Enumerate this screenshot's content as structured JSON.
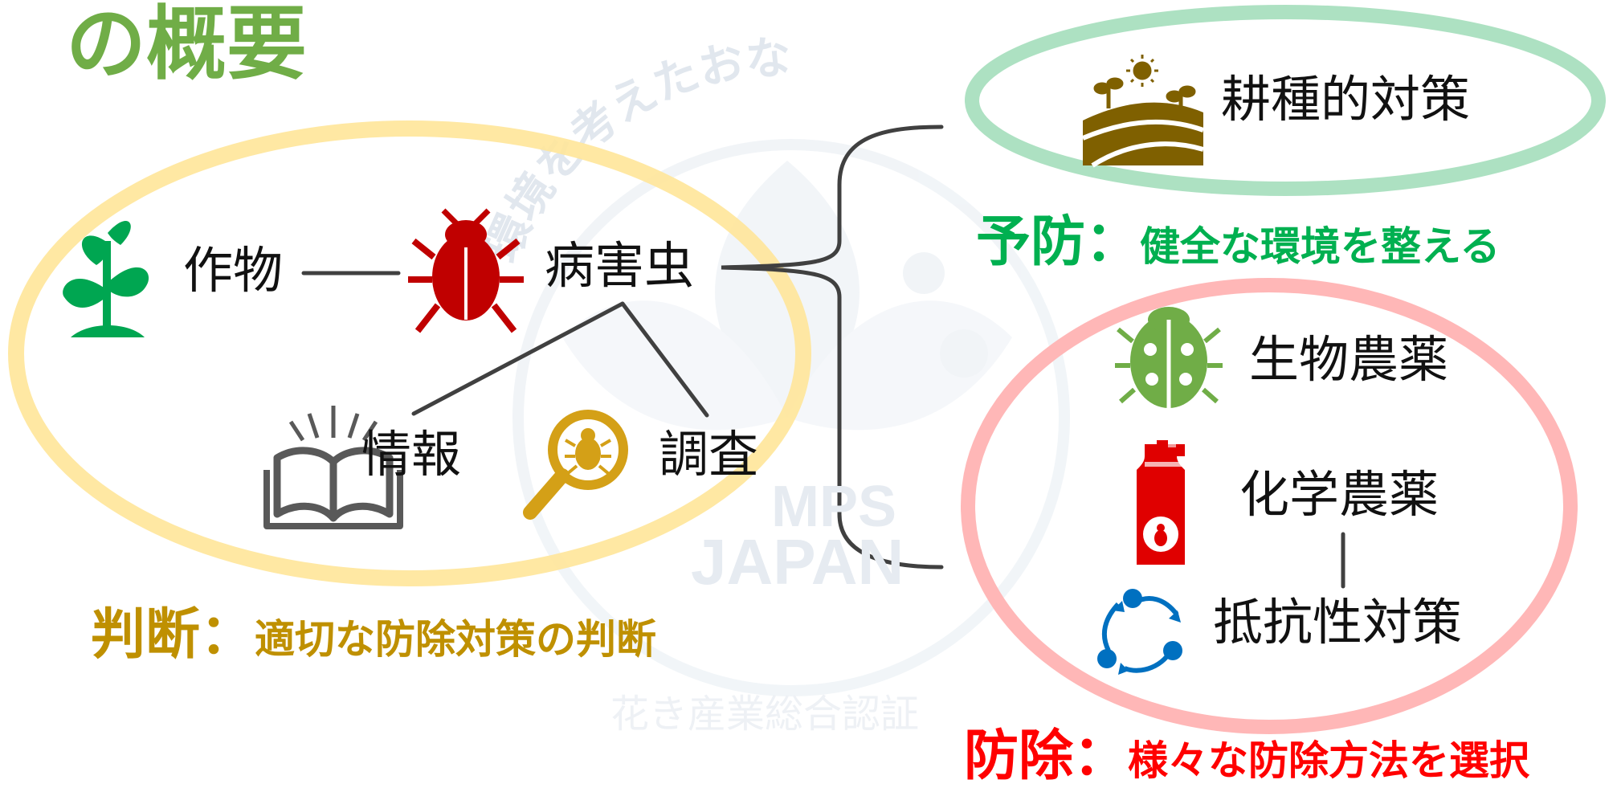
{
  "title": "の概要",
  "watermark": {
    "arc_text": "環境を考えたおな",
    "brand_top": "MPS",
    "brand_bottom": "JAPAN",
    "subtitle": "花き産業総合認証"
  },
  "nodes": {
    "crop": "作物",
    "pest": "病害虫",
    "info": "情報",
    "survey": "調査",
    "cultural": "耕種的対策",
    "biological": "生物農薬",
    "chemical": "化学農薬",
    "resistance": "抵抗性対策"
  },
  "captions": {
    "judgment": {
      "main": "判断",
      "sep": "：",
      "sub": "適切な防除対策の判断"
    },
    "prevention": {
      "main": "予防",
      "sep": "：",
      "sub": "健全な環境を整える"
    },
    "control": {
      "main": "防除",
      "sep": "：",
      "sub": "様々な防除方法を選択"
    }
  },
  "colors": {
    "title": "#70ad47",
    "judgment": "#bf9000",
    "prevention": "#00b050",
    "control": "#ff0000",
    "ring_judgment": "#ffe699",
    "ring_prevention": "#a9dfbf",
    "ring_control": "#ffb3b3",
    "pest_icon": "#c00000",
    "plant_icon": "#00a651",
    "field_icon": "#7f6000",
    "ladybug_icon": "#70ad47",
    "spray_icon": "#e00000",
    "cycle_icon": "#0070c0",
    "book_icon": "#595959",
    "magnifier_icon": "#d4a017"
  },
  "icons": [
    "plant-icon",
    "bug-icon",
    "book-icon",
    "magnifier-bug-icon",
    "field-icon",
    "ladybug-icon",
    "spray-can-icon",
    "cycle-arrows-icon"
  ]
}
